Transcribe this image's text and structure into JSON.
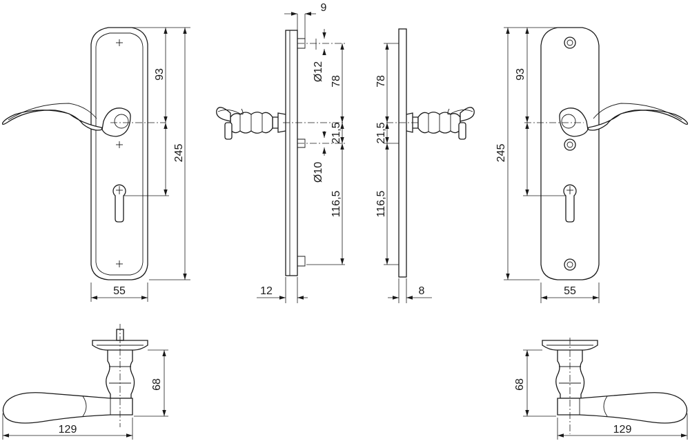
{
  "dimensions": {
    "front_left": {
      "width": "55",
      "height": "245",
      "upper": "93"
    },
    "side_left": {
      "top_offset": "9",
      "rose_diameter": "Ø12",
      "upper_spacing": "78",
      "middle_spacing": "21,5",
      "escutcheon_diameter": "Ø10",
      "lower_spacing": "116,5",
      "plate_thickness": "12"
    },
    "side_right": {
      "upper_spacing": "78",
      "middle_spacing": "21,5",
      "lower_spacing": "116,5",
      "plate_thickness": "8"
    },
    "front_right": {
      "width": "55",
      "height": "245",
      "upper": "93"
    },
    "bottom_left": {
      "height": "68",
      "length": "129"
    },
    "bottom_right": {
      "height": "68",
      "length": "129"
    }
  },
  "colors": {
    "line": "#1a1a1a",
    "background": "#ffffff"
  }
}
